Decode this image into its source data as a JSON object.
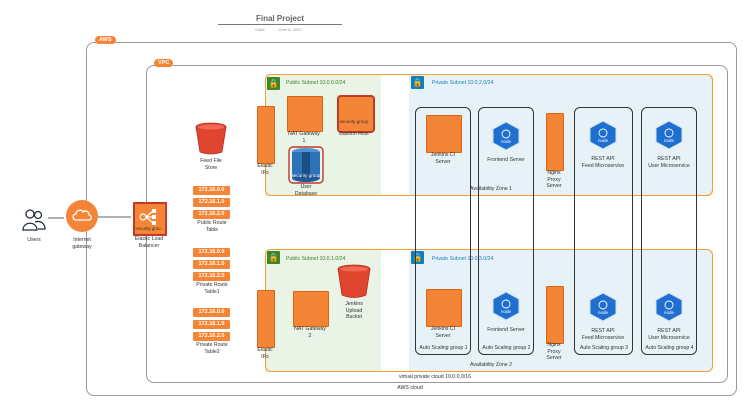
{
  "header": {
    "title": "Final Project",
    "subtitle": "Gabe",
    "date": "June 6, 2022"
  },
  "aws": {
    "badge": "AWS",
    "bottom_label": "AWS cloud"
  },
  "vpc": {
    "badge": "VPC",
    "bottom_label": "virtual private cloud 10.0.0.0/16"
  },
  "subnets": {
    "public1": "Public Subnet 10.0.0.0/24",
    "private1": "Private Subnet 10.0.2.0/24",
    "public2": "Public Subnet 10.0.1.0/24",
    "private2": "Private Subnet 10.0.3.0/24"
  },
  "zones": {
    "az1": "Availability Zone 1",
    "az2": "Availability Zone 2"
  },
  "nodes": {
    "users": "Users",
    "igw": "Internet\ngateway",
    "elb": "Elastic Load\nBalancer",
    "elb_sg": "security grou",
    "feed_store": "Feed File\nStore",
    "elastic_ips_1": "Elastic\nIPs",
    "elastic_ips_2": "Elastic\nIPs",
    "nat1": "NAT Gateway\n1",
    "nat2": "NAT Gateway\n2",
    "bastion_sg": "security group",
    "bastion": "Bastion Host",
    "userdb_sg": "security group",
    "userdb": "User\nDatabase",
    "upload_bucket": "Jenkins\nUpload\nBucket",
    "jenkins1": "Jenkins CI\nServer",
    "jenkins2": "Jenkins CI\nServer",
    "frontend1": "Frontend Server",
    "frontend2": "Frontend Server",
    "nginx1": "Nginx\nProxy\nServer",
    "nginx2": "Nginx\nProxy\nServer",
    "feed1": "REST API\nFeed Microservice",
    "feed2": "REST API\nFeed Microservice",
    "user1": "REST API\nUser Microservice",
    "user2": "REST API\nUser Microservice",
    "node_label": "node"
  },
  "auto_scaling": [
    "Auto Scaling group 1",
    "Auto Scaling group 2",
    "Auto Scaling group 3",
    "Auto Scaling group 4"
  ],
  "route_tables": [
    {
      "label": "Public Route\nTable",
      "ips": [
        "172.16.0.0",
        "172.16.1.0",
        "172.16.2.0"
      ]
    },
    {
      "label": "Private Route\nTable1",
      "ips": [
        "172.16.0.0",
        "172.16.1.0",
        "172.16.2.0"
      ]
    },
    {
      "label": "Private Route\nTable2",
      "ips": [
        "172.16.0.0",
        "172.16.1.0",
        "172.16.2.0"
      ]
    }
  ],
  "colors": {
    "orange": "#f58536",
    "public_fill": "#e9f3e6",
    "private_fill": "#e6f2f8",
    "node_blue": "#1f6fd1",
    "db_blue": "#2e73b8",
    "bucket_red": "#e0452f"
  }
}
